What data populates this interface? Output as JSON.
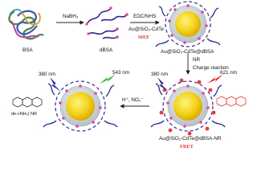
{
  "labels": {
    "bsa": "BSA",
    "dbsa": "dBSA",
    "nabh4": "NaBH₄",
    "edc_nhs": "EDC/NHS",
    "au_sio2_cdte": "Au@SiO₂-CdTe",
    "mef": "MEF",
    "au_sio2_cdte_dbsa": "Au@SiO₂-CdTe@dBSA",
    "nr": "NR",
    "charge_reaction": "Charge reaction",
    "wl_380_left": "380 nm",
    "wl_543": "543 nm",
    "wl_380_right": "380 nm",
    "wl_621": "621 nm",
    "h_no2": "H⁺, NO₂⁻",
    "de_nr": "de-cNH₂) NR",
    "au_sio2_cdte_dbsa_nr": "Au@SiO₂-CdTe@dBSA-NR",
    "fret": "FRET"
  },
  "colors": {
    "gold_core": "#f2d21a",
    "silica_shell": "#c9cfd6",
    "protein_chain": "#2f2a8f",
    "nr_dot": "#e83b3b",
    "cdte_dot": "#d94aa4",
    "label_red": "#e23a3a",
    "arrow": "#222222",
    "uv_bolt": "#2a2a9a",
    "green_bolt": "#2bb34a",
    "red_bolt": "#e8332f"
  }
}
